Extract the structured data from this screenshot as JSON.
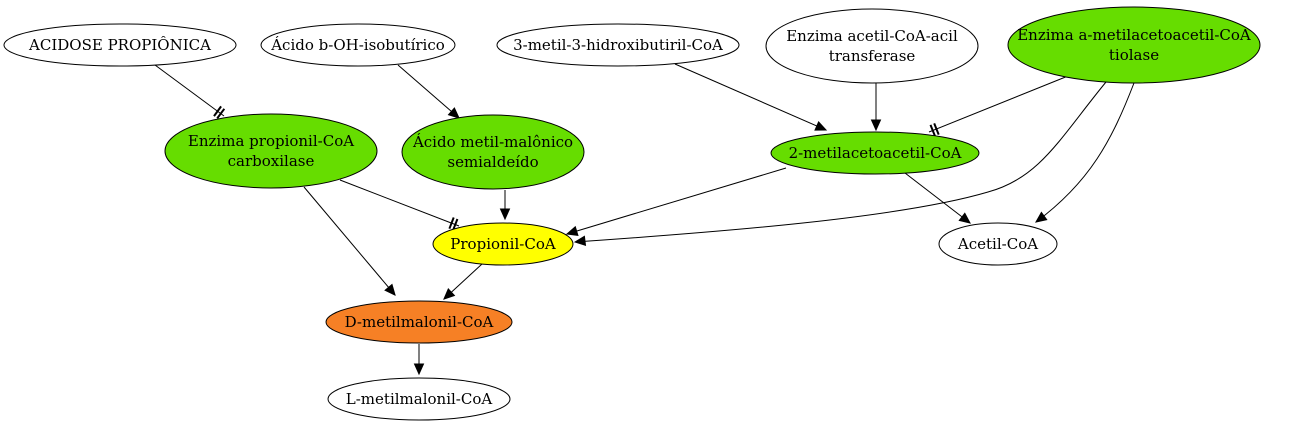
{
  "diagram": {
    "colors": {
      "white": "#ffffff",
      "green": "#66dd00",
      "yellow": "#ffff00",
      "orange": "#f68025"
    },
    "nodes": [
      {
        "id": "acidose",
        "lines": [
          "ACIDOSE PROPIÔNICA"
        ],
        "fill": "white"
      },
      {
        "id": "acido_boh",
        "lines": [
          "Ácido b-OH-isobutírico"
        ],
        "fill": "white"
      },
      {
        "id": "metil_hidroxi",
        "lines": [
          "3-metil-3-hidroxibutiril-CoA"
        ],
        "fill": "white"
      },
      {
        "id": "enz_acetil",
        "lines": [
          "Enzima acetil-CoA-acil",
          "transferase"
        ],
        "fill": "white"
      },
      {
        "id": "enz_tiolase",
        "lines": [
          "Enzima a-metilacetoacetil-CoA",
          "tiolase"
        ],
        "fill": "green"
      },
      {
        "id": "enz_propionil",
        "lines": [
          "Enzima propionil-CoA",
          "carboxilase"
        ],
        "fill": "green"
      },
      {
        "id": "acido_metilmal",
        "lines": [
          "Ácido metil-malônico",
          "semialdeído"
        ],
        "fill": "green"
      },
      {
        "id": "metilacetoacetil",
        "lines": [
          "2-metilacetoacetil-CoA"
        ],
        "fill": "green"
      },
      {
        "id": "propionil",
        "lines": [
          "Propionil-CoA"
        ],
        "fill": "yellow"
      },
      {
        "id": "acetil",
        "lines": [
          "Acetil-CoA"
        ],
        "fill": "white"
      },
      {
        "id": "d_metil",
        "lines": [
          "D-metilmalonil-CoA"
        ],
        "fill": "orange"
      },
      {
        "id": "l_metil",
        "lines": [
          "L-metilmalonil-CoA"
        ],
        "fill": "white"
      }
    ],
    "edges": [
      {
        "from": "acidose",
        "to": "enz_propionil",
        "head": "tee"
      },
      {
        "from": "acido_boh",
        "to": "acido_metilmal",
        "head": "arrow"
      },
      {
        "from": "metil_hidroxi",
        "to": "metilacetoacetil",
        "head": "arrow"
      },
      {
        "from": "enz_acetil",
        "to": "metilacetoacetil",
        "head": "arrow"
      },
      {
        "from": "enz_tiolase",
        "to": "metilacetoacetil",
        "head": "tee"
      },
      {
        "from": "enz_tiolase",
        "to": "propionil",
        "head": "arrow"
      },
      {
        "from": "enz_tiolase",
        "to": "acetil",
        "head": "arrow"
      },
      {
        "from": "enz_propionil",
        "to": "propionil",
        "head": "tee"
      },
      {
        "from": "enz_propionil",
        "to": "d_metil",
        "head": "arrow"
      },
      {
        "from": "acido_metilmal",
        "to": "propionil",
        "head": "arrow"
      },
      {
        "from": "metilacetoacetil",
        "to": "propionil",
        "head": "arrow"
      },
      {
        "from": "metilacetoacetil",
        "to": "acetil",
        "head": "arrow"
      },
      {
        "from": "propionil",
        "to": "d_metil",
        "head": "arrow"
      },
      {
        "from": "d_metil",
        "to": "l_metil",
        "head": "arrow"
      }
    ]
  }
}
